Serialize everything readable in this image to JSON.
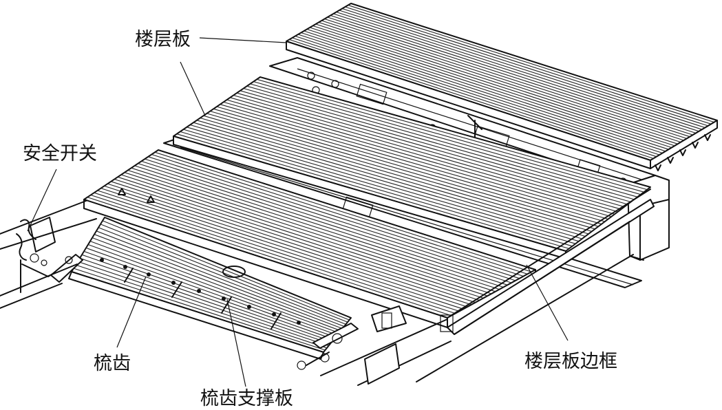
{
  "labels": {
    "floor_plate": "楼层板",
    "safety_switch": "安全开关",
    "comb": "梳齿",
    "comb_support_plate": "梳齿支撑板",
    "floor_plate_frame": "楼层板边框"
  },
  "colors": {
    "ink": "#111111",
    "paper": "#ffffff"
  }
}
